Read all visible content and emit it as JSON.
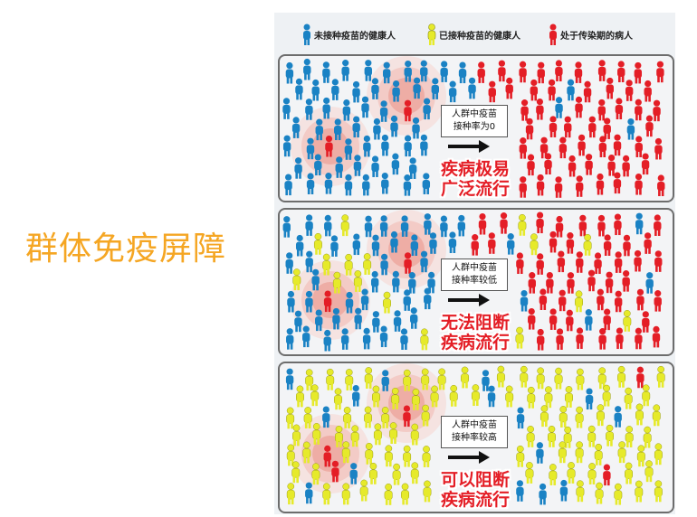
{
  "title": "群体免疫屏障",
  "legend": [
    {
      "label": "未接种疫苗的健康人",
      "color": "#1a82c4"
    },
    {
      "label": "已接种疫苗的健康人",
      "color": "#e6ea2a"
    },
    {
      "label": "处于传染期的病人",
      "color": "#e41e26"
    }
  ],
  "panels": [
    {
      "callout_line1": "人群中疫苗",
      "callout_line2": "接种率为0",
      "outcome_line1": "疾病极易",
      "outcome_line2": "广泛流行"
    },
    {
      "callout_line1": "人群中疫苗",
      "callout_line2": "接种率较低",
      "outcome_line1": "无法阻断",
      "outcome_line2": "疾病流行"
    },
    {
      "callout_line1": "人群中疫苗",
      "callout_line2": "接种率较高",
      "outcome_line1": "可以阻断",
      "outcome_line2": "疾病流行"
    }
  ]
}
